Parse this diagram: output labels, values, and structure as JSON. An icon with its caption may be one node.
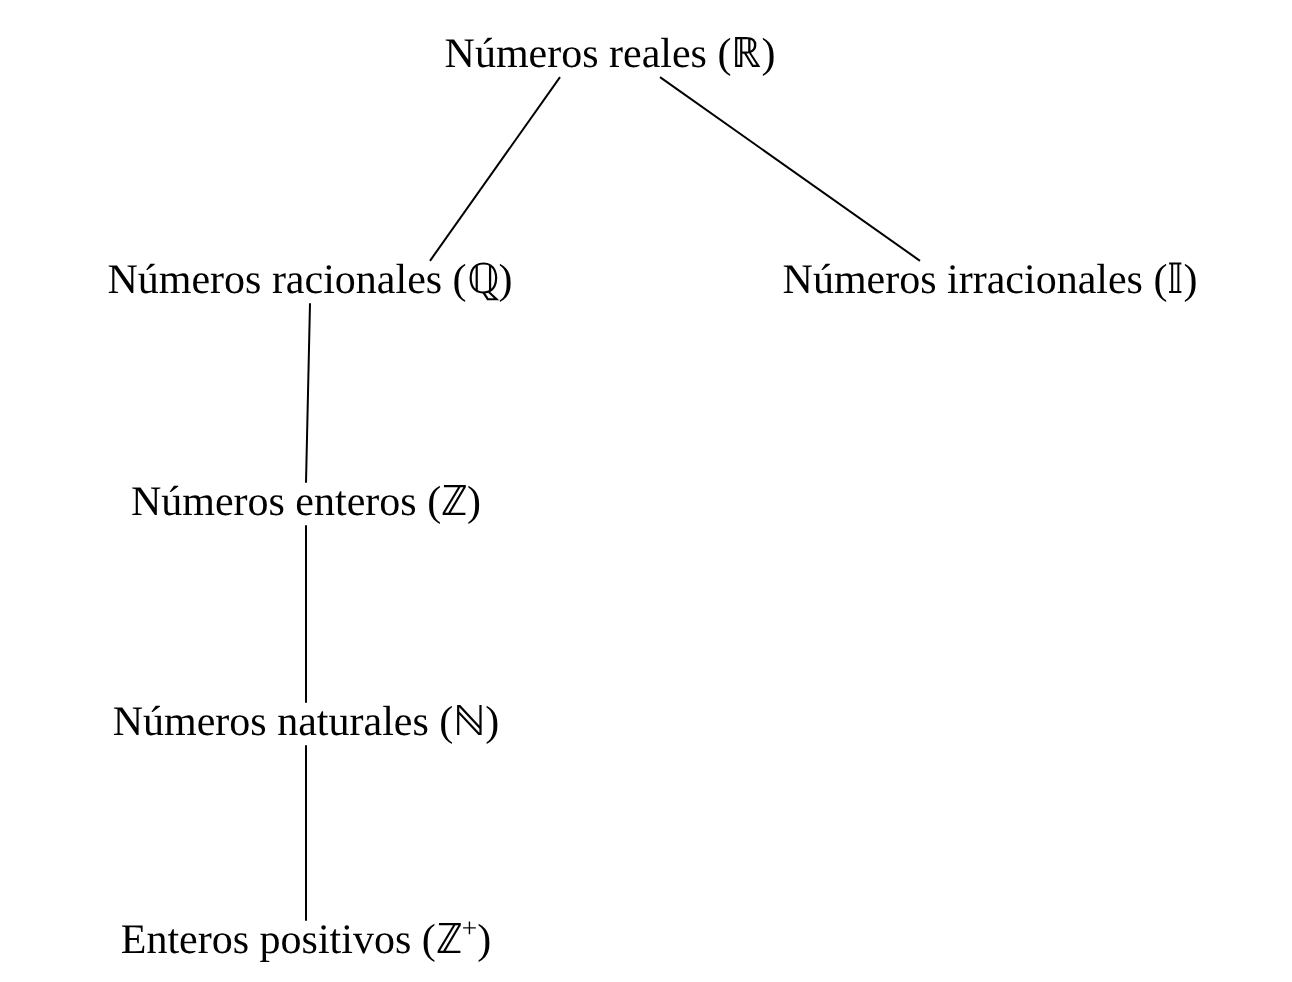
{
  "diagram": {
    "nodes": [
      {
        "text": [
          "Números reales (ℝ)"
        ]
      },
      {
        "text": [
          "Números racionales (ℚ)"
        ]
      },
      {
        "text": [
          "Números irracionales (𝕀)"
        ]
      },
      {
        "text": [
          "Números enteros (ℤ)"
        ]
      },
      {
        "text": [
          "Números naturales (ℕ)"
        ]
      },
      {
        "text": [
          "Enteros positivos (ℤ$^{+}$)"
        ]
      }
    ],
    "edges": [
      {
        "from": 0,
        "to": 1,
        "arrow": "none"
      },
      {
        "from": 0,
        "to": 2,
        "arrow": "none"
      },
      {
        "from": 1,
        "to": 3,
        "arrow": "none"
      },
      {
        "from": 3,
        "to": 4,
        "arrow": "none"
      },
      {
        "from": 4,
        "to": 5,
        "arrow": "none"
      }
    ]
  }
}
